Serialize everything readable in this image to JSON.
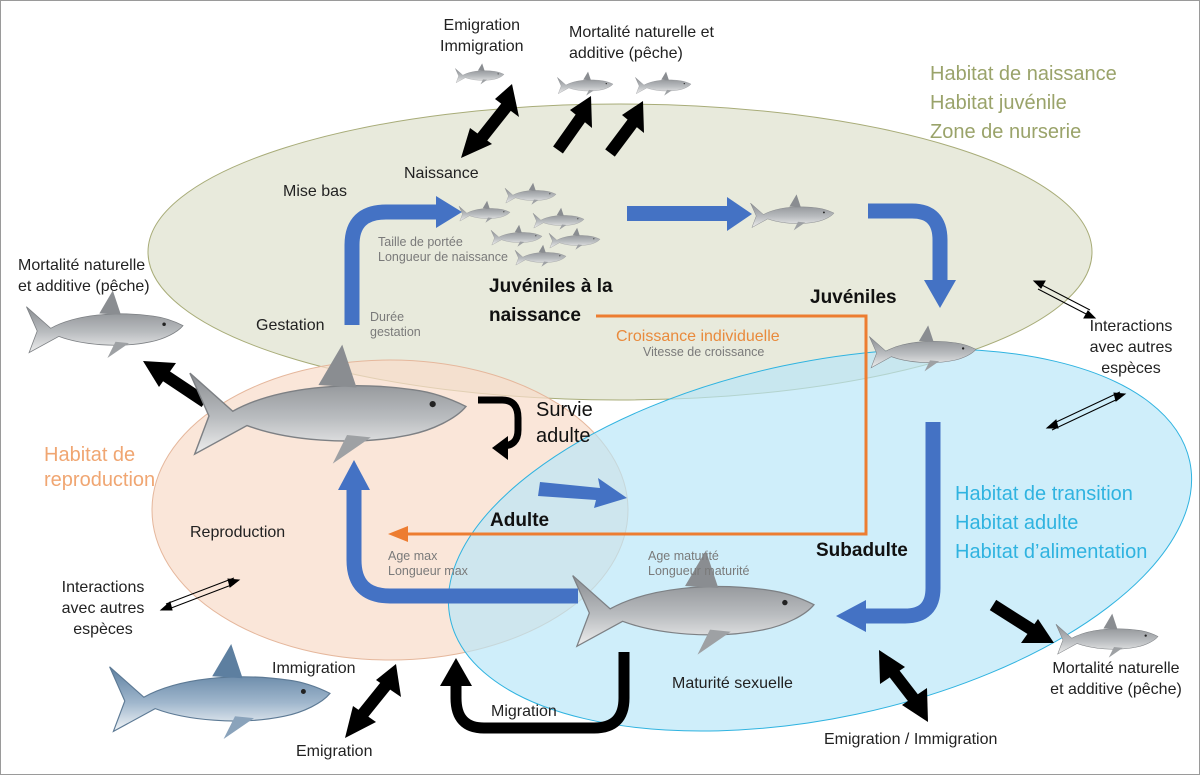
{
  "labels": {
    "emig_immig_top": [
      "Emigration",
      "Immigration"
    ],
    "mortalite_top": [
      "Mortalité naturelle et",
      "additive (pêche)"
    ],
    "habitat_naissance": [
      "Habitat de naissance",
      "Habitat juvénile",
      "Zone de nurserie"
    ],
    "naissance": "Naissance",
    "mise_bas": "Mise bas",
    "taille_portee": [
      "Taille de portée",
      "Longueur de naissance"
    ],
    "mortalite_left": [
      "Mortalité naturelle",
      "et additive (pêche)"
    ],
    "juveniles_naissance": [
      "Juvéniles à la",
      "naissance"
    ],
    "juveniles": "Juvéniles",
    "gestation": "Gestation",
    "duree_gestation": [
      "Durée",
      "gestation"
    ],
    "croissance": "Croissance individuelle",
    "vitesse": "Vitesse de croissance",
    "interactions_right": [
      "Interactions",
      "avec autres",
      "espèces"
    ],
    "survie": [
      "Survie",
      "adulte"
    ],
    "habitat_reproduction": [
      "Habitat de",
      "reproduction"
    ],
    "habitat_transition": [
      "Habitat de transition",
      "Habitat adulte",
      "Habitat d’alimentation"
    ],
    "adulte": "Adulte",
    "reproduction": "Reproduction",
    "subadulte": "Subadulte",
    "age_max": [
      "Age max",
      "Longueur max"
    ],
    "age_maturite": [
      "Age maturité",
      "Longueur maturité"
    ],
    "interactions_left": [
      "Interactions",
      "avec autres",
      "espèces"
    ],
    "immigration": "Immigration",
    "maturite": "Maturité sexuelle",
    "mortalite_right": [
      "Mortalité naturelle",
      "et additive (pêche)"
    ],
    "migration": "Migration",
    "emigration": "Emigration",
    "emig_immig_bottom": "Emigration / Immigration"
  },
  "colors": {
    "ellipse_green": "#e6e8d8",
    "ellipse_orange": "#f8dccb",
    "ellipse_blue": "#bfe8f6",
    "arrow_blue": "#4472c4",
    "arrow_orange": "#ed7d31",
    "arrow_black": "#000000"
  }
}
